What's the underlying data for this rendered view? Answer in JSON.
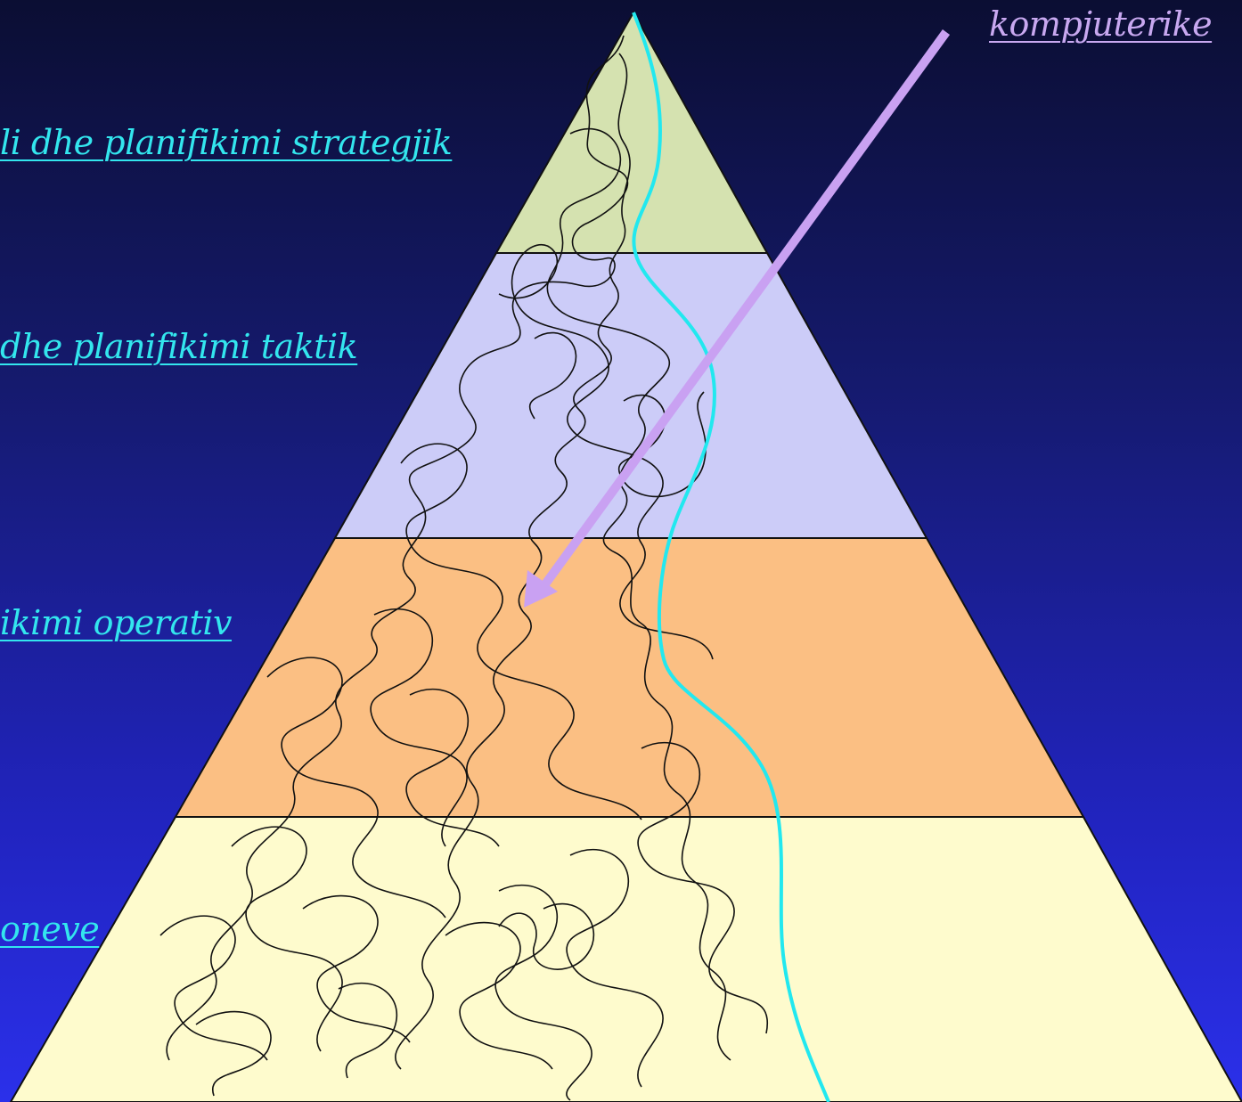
{
  "labels": {
    "strategic": "li dhe planifikimi strategjik",
    "tactical": "dhe planifikimi taktik",
    "operative": "ikimi operativ",
    "base": "oneve",
    "computer": "kompjuterike"
  },
  "colors": {
    "background_top": "#0b0e33",
    "background_bottom": "#2b30ea",
    "label_cyan": "#33e6ee",
    "label_violet": "#c8a8f0",
    "level_strategic": "#d5e2b0",
    "level_tactical": "#ccccf8",
    "level_operative": "#fbbf83",
    "level_base": "#fefbcd",
    "cyan_line": "#22e8ef",
    "arrow": "#c9a1f2",
    "scribble": "#111111"
  }
}
